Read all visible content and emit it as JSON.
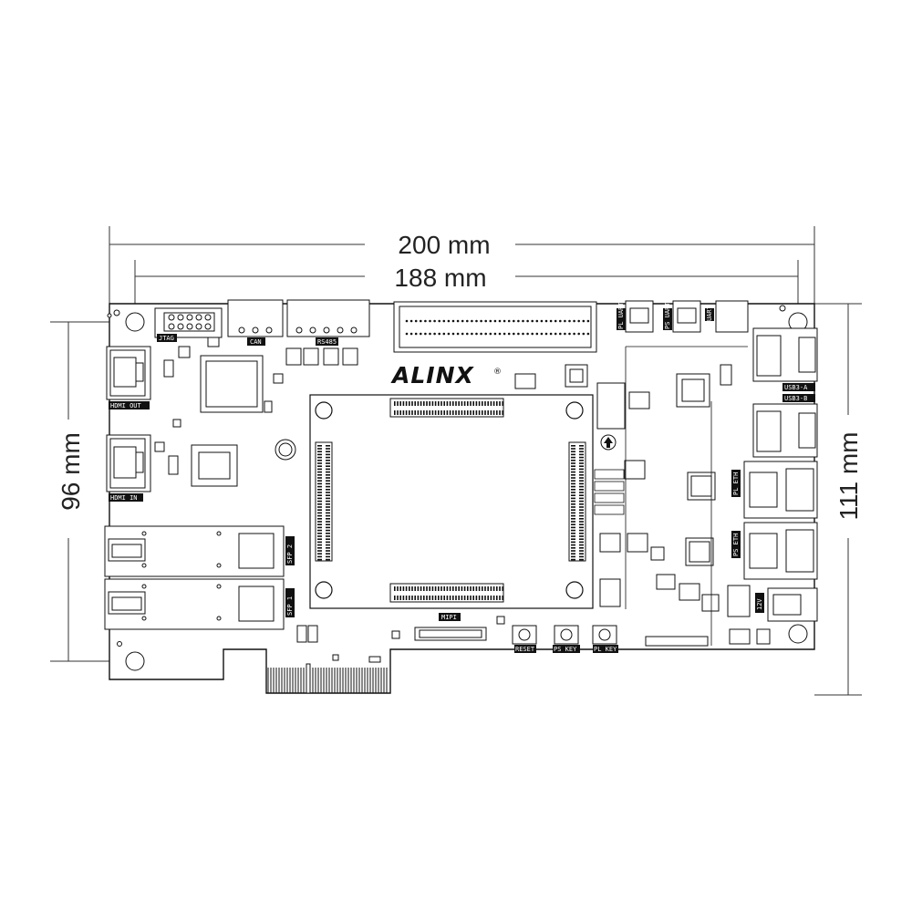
{
  "dimensions": {
    "overall_width": "200 mm",
    "hole_width": "188 mm",
    "hole_height": "96 mm",
    "overall_height": "111 mm"
  },
  "brand": {
    "name": "ALINX",
    "mark": "®"
  },
  "labels": {
    "jtag": "JTAG",
    "can": "CAN",
    "rs485": "RS485",
    "hdmi_out": "HDMI OUT",
    "hdmi_in": "HDMI IN",
    "sfp2": "SFP 2",
    "sfp1": "SFP 1",
    "pl_eth": "PL ETH",
    "ps_eth": "PS ETH",
    "usb3_a": "USB3-A",
    "usb3_b": "USB3-B",
    "uart_pl": "PL UART",
    "uart_ps": "PS UART",
    "uart": "UART",
    "dc12v": "12V",
    "mipi": "MIPI",
    "reset": "RESET",
    "key1": "PS KEY",
    "key2": "PL KEY"
  },
  "colors": {
    "line": "#111111",
    "label_bg": "#111111"
  }
}
